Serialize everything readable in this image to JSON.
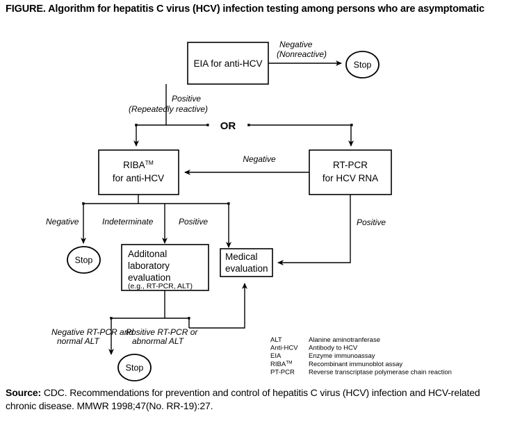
{
  "title": "FIGURE. Algorithm for hepatitis C virus (HCV) infection testing among persons who are asymptomatic",
  "nodes": {
    "eia": "EIA for anti-HCV",
    "stop_top": "Stop",
    "riba_line1": "RIBA",
    "riba_sup": "TM",
    "riba_line2": "for anti-HCV",
    "rtpcr_line1": "RT-PCR",
    "rtpcr_line2": "for HCV RNA",
    "stop_left": "Stop",
    "addl_line1": "Additonal",
    "addl_line2": "laboratory",
    "addl_line3": "evaluation",
    "addl_line4": "(e.g., RT-PCR, ALT)",
    "medical_line1": "Medical",
    "medical_line2": "evaluation",
    "stop_bottom": "Stop"
  },
  "edges": {
    "negative_nonreactive_1": "Negative",
    "negative_nonreactive_2": "(Nonreactive)",
    "positive_repeat_1": "Positive",
    "positive_repeat_2": "(Repeatedly reactive)",
    "or": "OR",
    "negative_rtpcr": "Negative",
    "negative_riba": "Negative",
    "indeterminate": "Indeterminate",
    "positive_riba": "Positive",
    "positive_rtpcr": "Positive",
    "neg_alt_1": "Negative RT-PCR and",
    "neg_alt_2": "normal ALT",
    "pos_alt_1": "Positive RT-PCR or",
    "pos_alt_2": "abnormal ALT"
  },
  "legend": [
    {
      "key": "ALT",
      "sup": "",
      "value": "Alanine aminotranferase"
    },
    {
      "key": "Anti-HCV",
      "sup": "",
      "value": "Antibody to HCV"
    },
    {
      "key": "EIA",
      "sup": "",
      "value": "Enzyme immunoassay"
    },
    {
      "key": "RIBA",
      "sup": "TM",
      "value": "Recombinant immunoblot assay"
    },
    {
      "key": "PT-PCR",
      "sup": "",
      "value": "Reverse transcriptase polymerase chain reaction"
    }
  ],
  "source": {
    "label": "Source:",
    "text": "CDC. Recommendations for prevention and control of hepatitis C virus (HCV) infection and HCV-related chronic disease. MMWR 1998;47(No. RR-19):27."
  },
  "colors": {
    "ink": "#000000",
    "paper": "#ffffff"
  }
}
